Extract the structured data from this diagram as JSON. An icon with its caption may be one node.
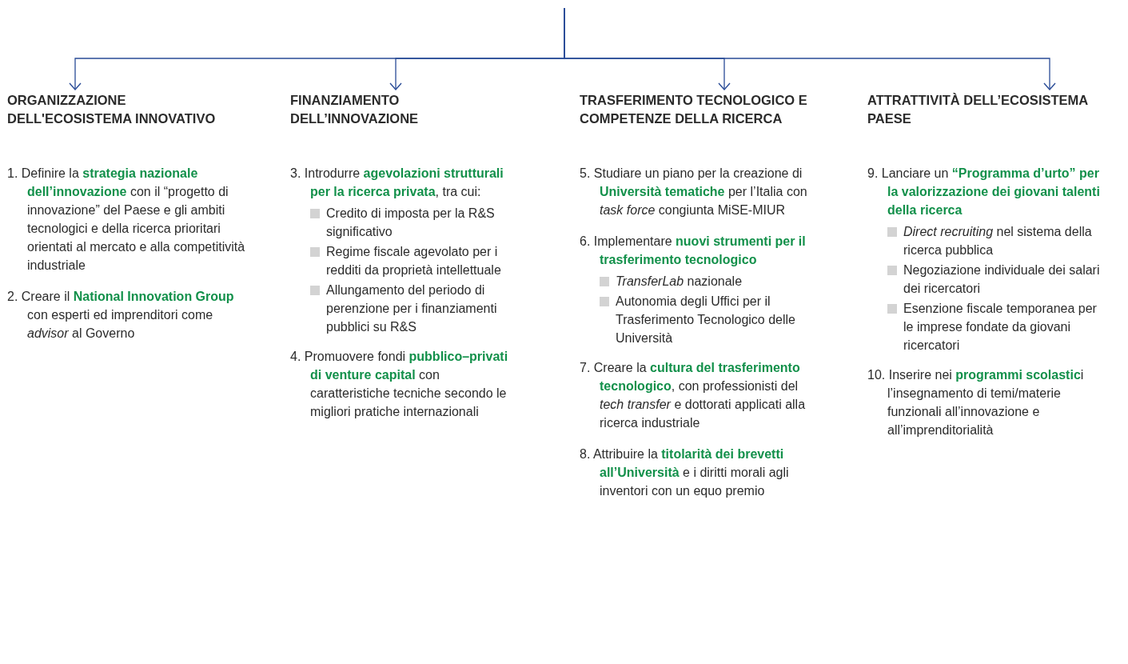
{
  "diagram": {
    "nodes": [
      {
        "text": [
          "ORGANIZZAZIONE DELL'ECOSISTEMA INNOVATIVO",
          "1. Definire la **strategia nazionale dell’innovazione** con il “progetto di innovazione” del Paese e gli ambiti tecnologici e della ricerca prioritari orientati al mercato e alla competitività industriale",
          "2. Creare il **National Innovation Group** con esperti ed imprenditori come *advisor* al Governo"
        ]
      },
      {
        "text": [
          "FINANZIAMENTO DELL’INNOVAZIONE",
          "3. Introdurre **agevolazioni strutturali per la ricerca privata**, tra cui:",
          "Credito di imposta per la R&S significativo",
          "Regime fiscale agevolato per i redditi da proprietà intellettuale",
          "Allungamento del periodo di perenzione per i finanziamenti pubblici su R&S",
          "4. Promuovere fondi **pubblico–privati di venture capital** con caratteristiche tecniche secondo le migliori pratiche internazionali"
        ]
      },
      {
        "text": [
          "TRASFERIMENTO TECNOLOGICO E COMPETENZE DELLA RICERCA",
          "5. Studiare un piano per la creazione di **Università tematiche** per l’Italia con *task force* congiunta MiSE-MIUR",
          "6. Implementare **nuovi strumenti per il trasferimento tecnologico**",
          "*TransferLab* nazionale",
          "Autonomia degli Uffici per il Trasferimento Tecnologico delle Università",
          "7. Creare la **cultura del trasferimento tecnologico**, con professionisti del *tech transfer* e dottorati applicati alla ricerca industriale",
          "8. Attribuire la **titolarità dei brevetti all’Università** e i diritti morali agli inventori con un equo premio"
        ]
      },
      {
        "text": [
          "ATTRATTIVITÀ DELL’ECOSISTEMA PAESE",
          "9. Lanciare un **“Programma d’urto” per la valorizzazione dei giovani talenti della ricerca**",
          "*Direct recruiting* nel sistema della ricerca pubblica",
          "Negoziazione individuale dei salari dei ricercatori",
          "Esenzione fiscale temporanea per le imprese fondate da giovani ricercatori",
          "10. Inserire nei **programmi scolastic**i l’insegnamento di temi/materie funzionali all’innovazione e all’imprenditorialità"
        ]
      }
    ],
    "edges": [
      {
        "from": null,
        "to": 0,
        "arrow": "to"
      },
      {
        "from": null,
        "to": 1,
        "arrow": "to"
      },
      {
        "from": null,
        "to": 2,
        "arrow": "to"
      },
      {
        "from": null,
        "to": 3,
        "arrow": "to"
      }
    ]
  }
}
